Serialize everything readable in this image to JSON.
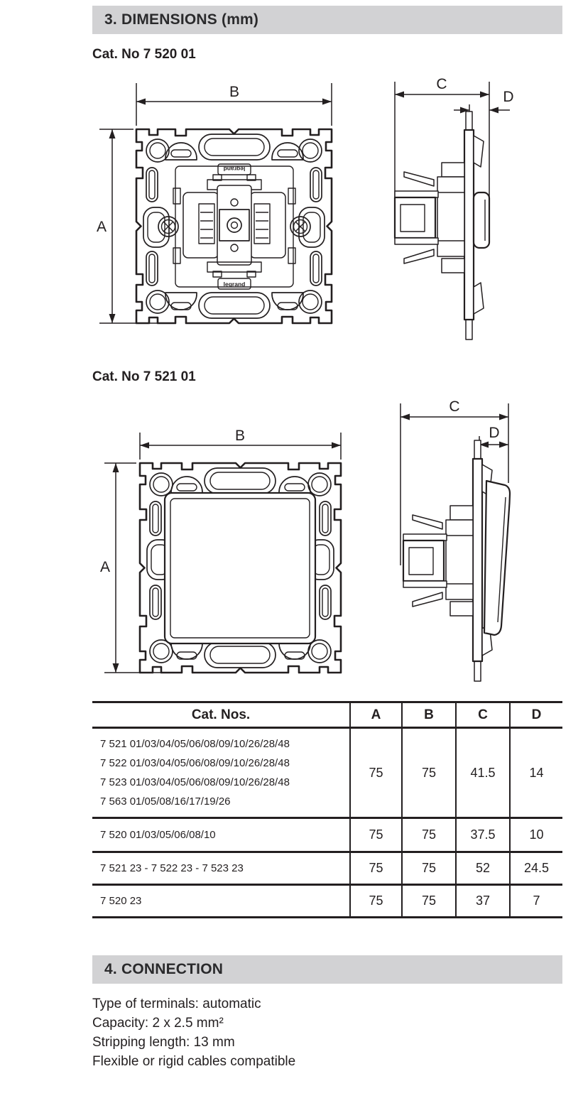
{
  "colors": {
    "bar_bg": "#d2d2d4",
    "ink": "#231f20"
  },
  "sections": {
    "dimensions": {
      "title": "3. DIMENSIONS (mm)"
    },
    "connection": {
      "title": "4. CONNECTION"
    }
  },
  "figures": [
    {
      "caption": "Cat. No 7 520 01",
      "logo": "legrand",
      "labels": {
        "a": "A",
        "b": "B",
        "c": "C",
        "d": "D"
      }
    },
    {
      "caption": "Cat. No 7 521 01",
      "labels": {
        "a": "A",
        "b": "B",
        "c": "C",
        "d": "D"
      }
    }
  ],
  "table": {
    "headers": [
      "Cat. Nos.",
      "A",
      "B",
      "C",
      "D"
    ],
    "rows": [
      {
        "lines": [
          "7 521 01/03/04/05/06/08/09/10/26/28/48",
          "7 522 01/03/04/05/06/08/09/10/26/28/48",
          "7 523 01/03/04/05/06/08/09/10/26/28/48",
          "7 563 01/05/08/16/17/19/26"
        ],
        "a": "75",
        "b": "75",
        "c": "41.5",
        "d": "14"
      },
      {
        "lines": [
          "7 520 01/03/05/06/08/10"
        ],
        "a": "75",
        "b": "75",
        "c": "37.5",
        "d": "10"
      },
      {
        "lines": [
          "7 521 23 - 7 522 23 - 7 523 23"
        ],
        "a": "75",
        "b": "75",
        "c": "52",
        "d": "24.5"
      },
      {
        "lines": [
          "7 520 23"
        ],
        "a": "75",
        "b": "75",
        "c": "37",
        "d": "7"
      }
    ]
  },
  "connection": {
    "lines": [
      "Type of terminals: automatic",
      "Capacity: 2 x 2.5 mm²",
      "Stripping length: 13 mm",
      "Flexible or rigid cables compatible"
    ]
  }
}
